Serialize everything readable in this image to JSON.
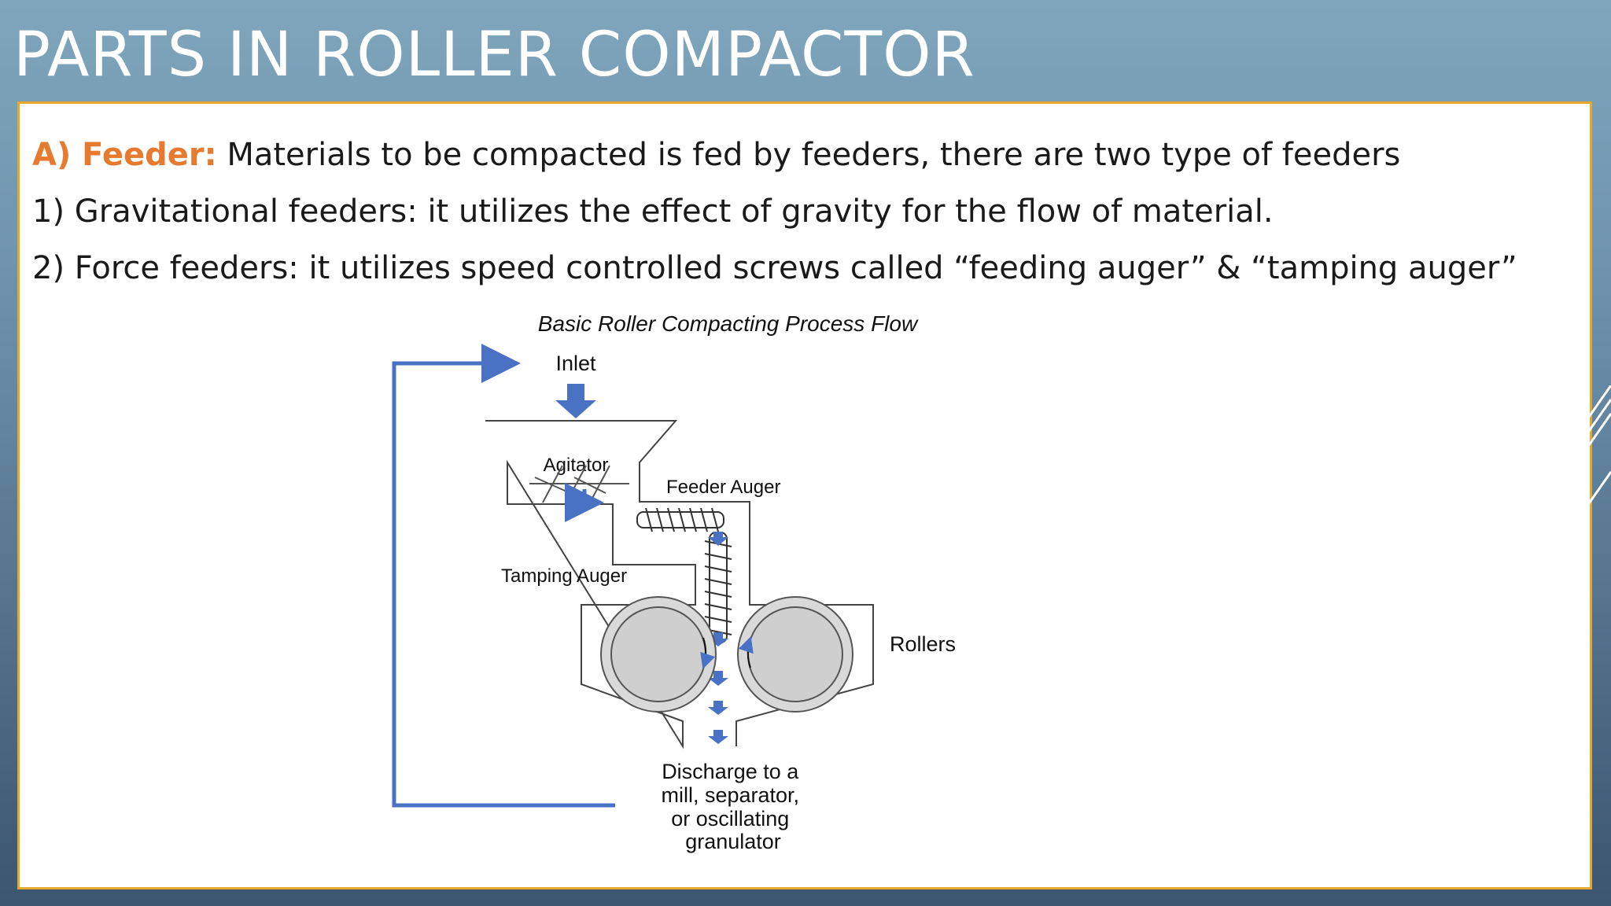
{
  "title": "PARTS IN ROLLER COMPACTOR",
  "content": {
    "feeder_heading": "A) Feeder:",
    "feeder_text": " Materials to be compacted is fed by feeders, there are two type of feeders",
    "item_1": "1) Gravitational feeders: it utilizes the effect of gravity for the flow of material.",
    "item_2": "2) Force feeders: it utilizes speed controlled screws called “feeding auger” & “tamping auger”"
  },
  "diagram": {
    "title": "Basic Roller Compacting Process Flow",
    "labels": {
      "inlet": "Inlet",
      "agitator": "Agitator",
      "feeder_auger": "Feeder Auger",
      "tamping_auger": "Tamping Auger",
      "rollers": "Rollers"
    },
    "discharge_lines": [
      "Discharge to a",
      "mill, separator,",
      "or oscillating",
      "granulator"
    ]
  },
  "colors": {
    "accent_orange": "#e67a2e",
    "box_border": "#e6a72b",
    "arrow_blue": "#4a72c4"
  }
}
